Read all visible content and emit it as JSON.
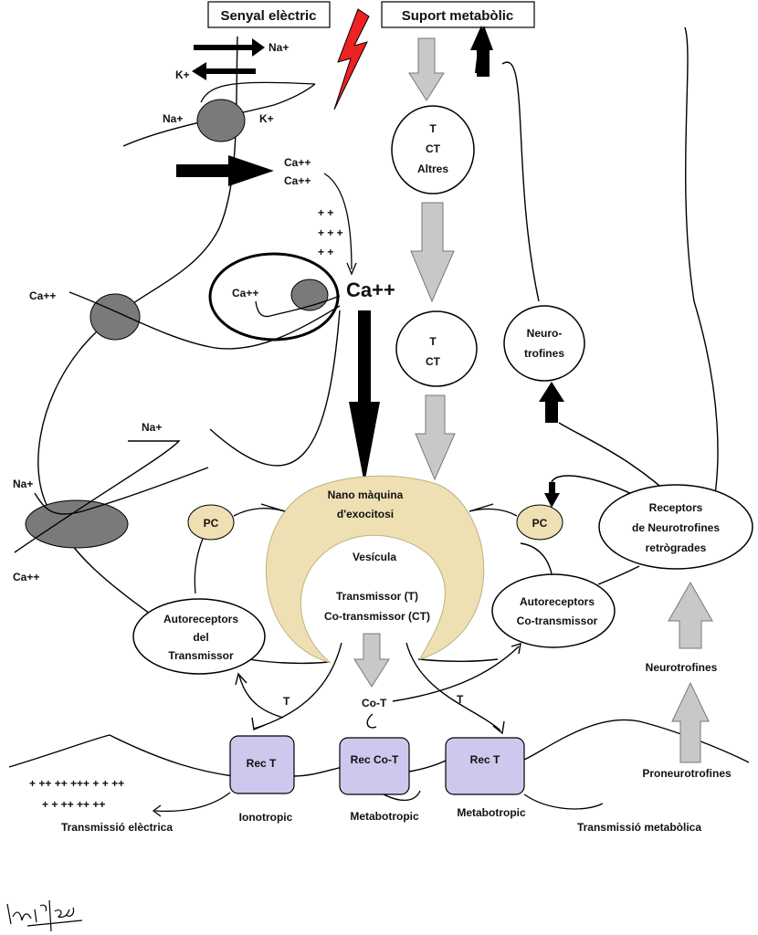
{
  "headers": {
    "electric": "Senyal elèctric",
    "metabolic": "Suport metabòlic"
  },
  "ions": {
    "na_out": "Na+",
    "k_in": "K+",
    "na_left": "Na+",
    "k_right": "K+",
    "ca_in_1": "Ca++",
    "ca_in_2": "Ca++",
    "ca_big": "Ca++",
    "ca_mito": "Ca++",
    "ca_left": "Ca++",
    "na_mid": "Na+",
    "na_left_low": "Na+",
    "ca_left_low": "Ca++",
    "plus_rows": [
      "+ +",
      "+ + +",
      "+ +"
    ]
  },
  "circles": {
    "t_ct_altres": [
      "T",
      "CT",
      "Altres"
    ],
    "t_ct": [
      "T",
      "CT"
    ],
    "neurotrofines": [
      "Neuro-",
      "trofines"
    ],
    "receptors": [
      "Receptors",
      "de Neurotrofines",
      "retrògrades"
    ],
    "auto_left": [
      "Autoreceptors",
      "del",
      "Transmissor"
    ],
    "auto_right": [
      "Autoreceptors",
      "Co-transmissor"
    ]
  },
  "vesicle": {
    "machine": [
      "Nano màquina",
      "d'exocitosi"
    ],
    "vesicle": "Vesícula",
    "content": [
      "Transmissor (T)",
      "Co-transmissor (CT)"
    ]
  },
  "pc": {
    "left": "PC",
    "right": "PC"
  },
  "synapse": {
    "t_left": "T",
    "co_t": "Co-T",
    "t_right": "T",
    "rec_left": "Rec  T",
    "rec_mid": "Rec Co-T",
    "rec_right": "Rec T",
    "ionotropic": "Ionotropic",
    "metabotropic_1": "Metabotropic",
    "metabotropic_2": "Metabotropic",
    "electric_transmission": "Transmissió elèctrica",
    "metabolic_transmission": "Transmissió metabòlica",
    "neurotrofines": "Neurotrofines",
    "proneurotrofines": "Proneurotrofines",
    "plus_rows": [
      "+  ++   ++  +++   +  +   ++",
      "+   +    ++   ++    ++"
    ]
  },
  "colors": {
    "black_arrow": "#000000",
    "gray_arrow": "#c8c8c8",
    "channel": "#7a7a7a",
    "vesicle": "#eee0b3",
    "receptor_box": "#ccc8ee",
    "bolt": "#ee2222"
  }
}
